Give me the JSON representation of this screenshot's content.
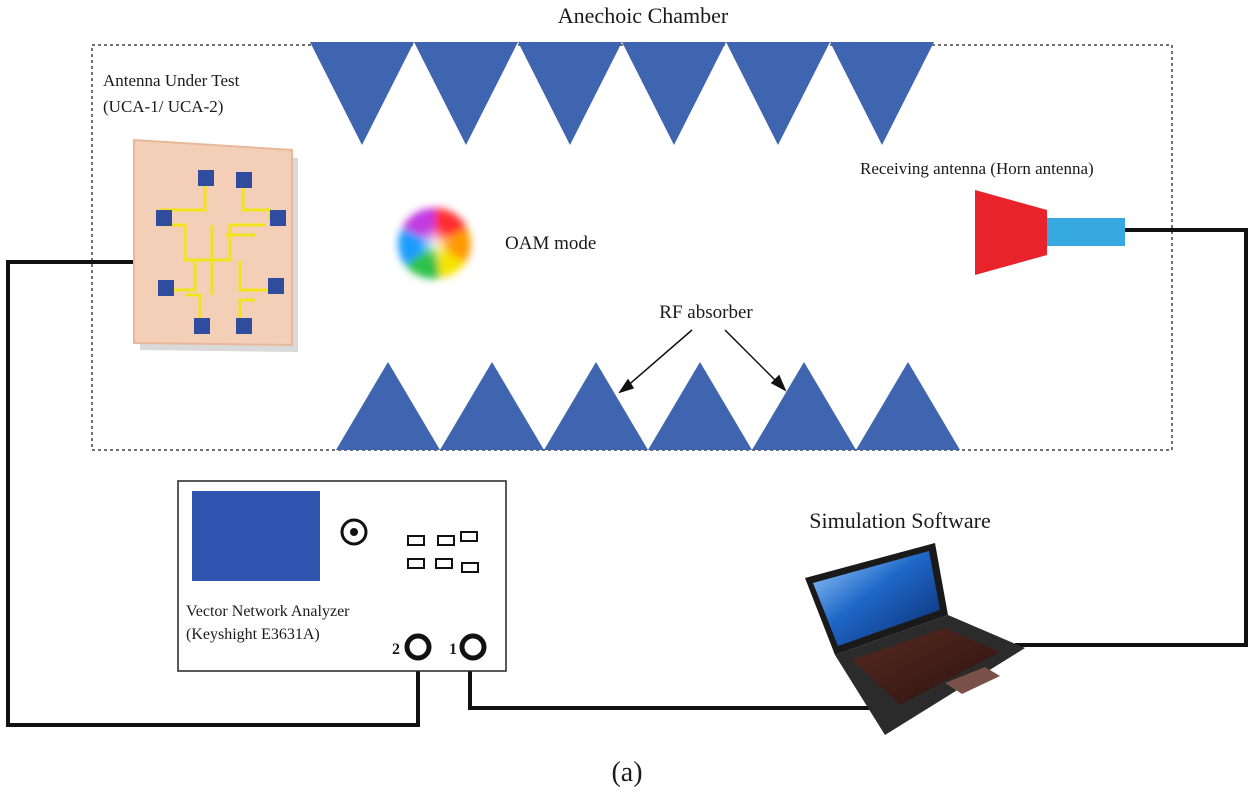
{
  "title": "Anechoic Chamber",
  "antenna_under_test": {
    "line1": "Antenna Under Test",
    "line2": "(UCA-1/ UCA-2)"
  },
  "oam_label": "OAM mode",
  "receiving_antenna_label": "Receiving antenna (Horn antenna)",
  "rf_absorber_label": "RF absorber",
  "vna": {
    "line1": "Vector Network Analyzer",
    "line2": "(Keyshight E3631A)",
    "port_2": "2",
    "port_1": "1"
  },
  "software_label": "Simulation Software",
  "caption": "(a)",
  "colors": {
    "absorber": "#3f64b0",
    "horn": "#e8232b",
    "waveguide": "#36a9e1",
    "vna_screen": "#2f55b0",
    "patch": "#2f4c9e",
    "feed": "#f2e31c",
    "substrate": "#f4cfb7"
  }
}
